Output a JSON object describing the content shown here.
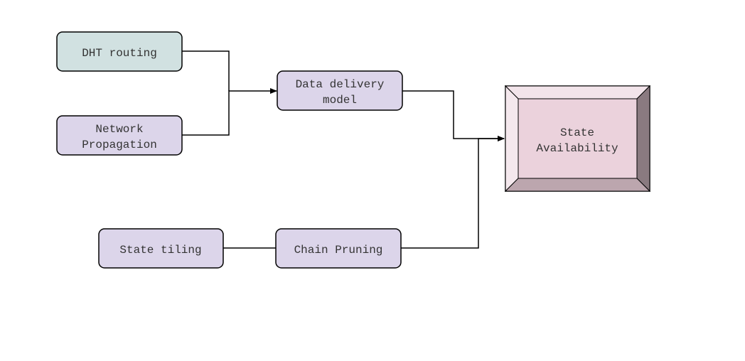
{
  "nodes": {
    "dht_routing": {
      "lines": [
        "DHT routing"
      ],
      "color": "#d1e1e1"
    },
    "network_propagation": {
      "lines": [
        "Network",
        "Propagation"
      ],
      "color": "#dcd5ea"
    },
    "data_delivery": {
      "lines": [
        "Data delivery",
        "model"
      ],
      "color": "#dcd5ea"
    },
    "state_tiling": {
      "lines": [
        "State tiling"
      ],
      "color": "#dcd5ea"
    },
    "chain_pruning": {
      "lines": [
        "Chain Pruning"
      ],
      "color": "#dcd5ea"
    },
    "state_availability": {
      "lines": [
        "State",
        "Availability"
      ],
      "color": "#ebd2dc"
    }
  },
  "edges": [
    {
      "from": "dht_routing",
      "to": "data_delivery"
    },
    {
      "from": "network_propagation",
      "to": "data_delivery"
    },
    {
      "from": "data_delivery",
      "to": "state_availability"
    },
    {
      "from": "state_tiling",
      "to": "chain_pruning"
    },
    {
      "from": "chain_pruning",
      "to": "state_availability"
    }
  ]
}
